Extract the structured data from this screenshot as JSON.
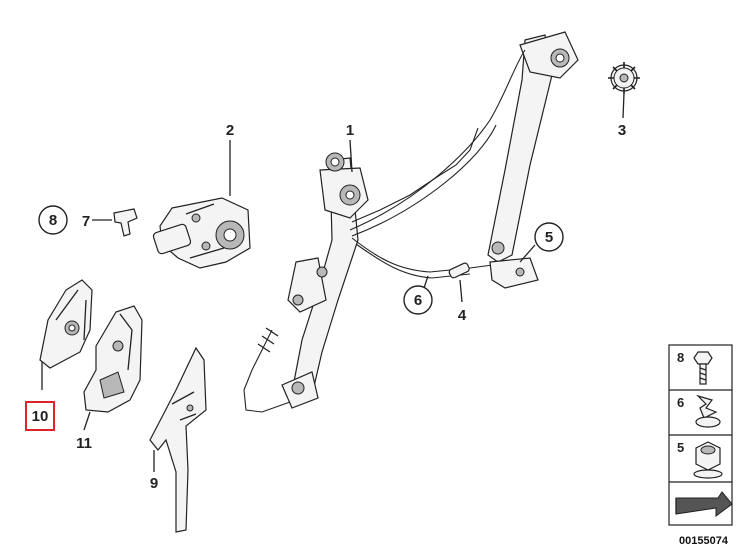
{
  "callouts": {
    "c1": "1",
    "c2": "2",
    "c3": "3",
    "c4": "4",
    "c5": "5",
    "c6": "6",
    "c7": "7",
    "c8": "8",
    "c9": "9",
    "c10": "10",
    "c11": "11"
  },
  "legend": {
    "l8": "8",
    "l6": "6",
    "l5": "5"
  },
  "diagram_code": "00155074",
  "colors": {
    "highlight": "#e0232b",
    "line": "#222222"
  }
}
